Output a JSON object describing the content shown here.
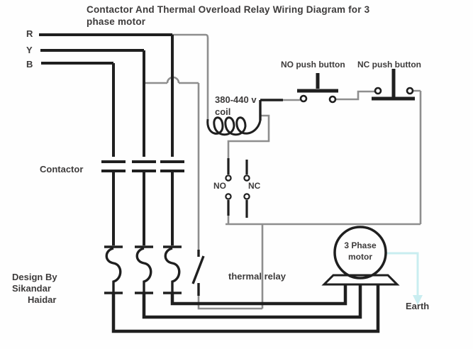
{
  "title": {
    "line1": "Contactor And Thermal Overload Relay Wiring Diagram for 3",
    "line2": "phase motor"
  },
  "phases": {
    "r": "R",
    "y": "Y",
    "b": "B"
  },
  "labels": {
    "no_push_button": "NO push button",
    "nc_push_button": "NC push button",
    "coil_line1": "380-440 v",
    "coil_line2": "coil",
    "contactor": "Contactor",
    "no_aux": "NO",
    "nc_aux": "NC",
    "thermal_relay": "thermal relay",
    "earth": "Earth"
  },
  "motor": {
    "line1": "3 Phase",
    "line2": "motor"
  },
  "credit": {
    "line1": "Design By",
    "line2": "Sikandar",
    "line3": "Haidar"
  },
  "colors": {
    "wire_primary": "#1f1f1f",
    "wire_secondary": "#8e8e8e",
    "earth_wire": "#c9edf0",
    "text": "#3d3b3b"
  }
}
